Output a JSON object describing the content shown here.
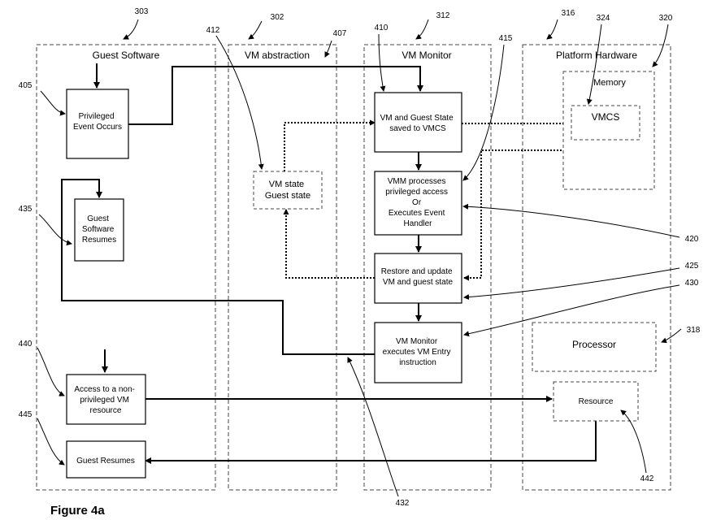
{
  "columns": {
    "guest_software": "Guest Software",
    "vm_abstraction": "VM abstraction",
    "vm_monitor": "VM Monitor",
    "platform_hardware": "Platform Hardware"
  },
  "boxes": {
    "privileged_event": [
      "Privileged",
      "Event Occurs"
    ],
    "guest_software_resumes": [
      "Guest",
      "Software",
      "Resumes"
    ],
    "access_nonprivileged": [
      "Access to a non-",
      "privileged VM",
      "resource"
    ],
    "guest_resumes": [
      "Guest Resumes"
    ],
    "vm_guest_state": [
      "VM state",
      "Guest state"
    ],
    "saved_to_vmcs": [
      "VM and Guest State",
      "saved to VMCS"
    ],
    "vmm_processes": [
      "VMM processes",
      "privileged access",
      "Or",
      "Executes Event",
      "Handler"
    ],
    "restore_update": [
      "Restore and update",
      "VM and guest state"
    ],
    "vm_entry": [
      "VM Monitor",
      "executes VM Entry",
      "instruction"
    ],
    "memory": [
      "Memory"
    ],
    "vmcs": [
      "VMCS"
    ],
    "processor": [
      "Processor"
    ],
    "resource": [
      "Resource"
    ]
  },
  "refs": {
    "r303": "303",
    "r302": "302",
    "r312": "312",
    "r316": "316",
    "r324": "324",
    "r320": "320",
    "r412": "412",
    "r407": "407",
    "r410": "410",
    "r415": "415",
    "r405": "405",
    "r435": "435",
    "r420": "420",
    "r425": "425",
    "r430": "430",
    "r318": "318",
    "r440": "440",
    "r445": "445",
    "r442": "442",
    "r432": "432"
  },
  "caption": "Figure 4a"
}
